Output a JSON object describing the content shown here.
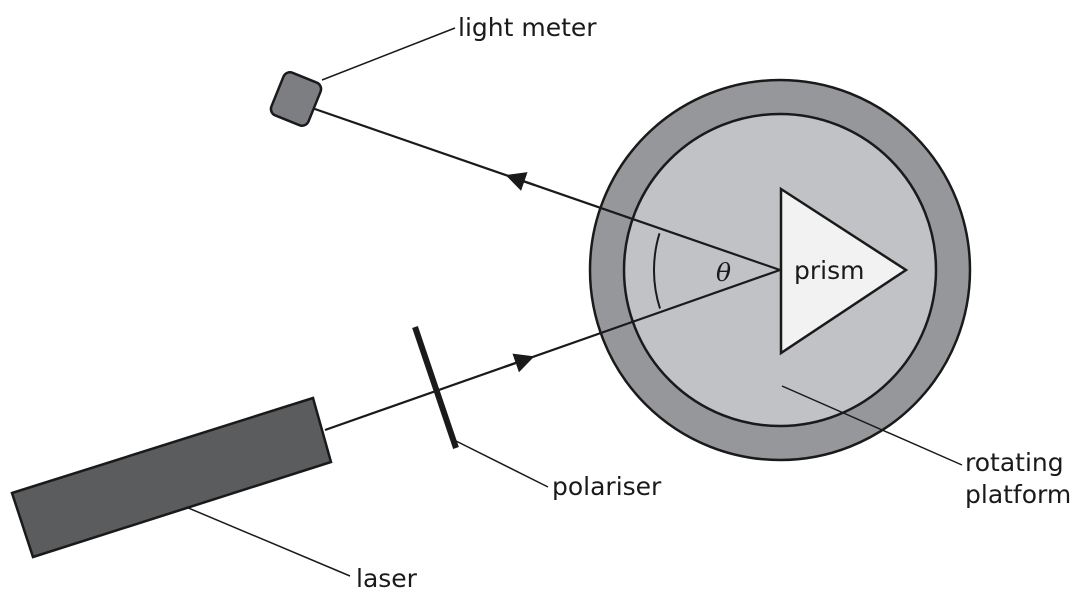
{
  "labels": {
    "light_meter": "light meter",
    "prism": "prism",
    "angle": "θ",
    "polariser": "polariser",
    "rotating_line1": "rotating",
    "rotating_line2": "platform",
    "laser": "laser"
  },
  "colors": {
    "outer_ring": "#96979a",
    "platform": "#c1c2c5",
    "prism": "#f2f2f3",
    "laser": "#5b5c5e",
    "meter": "#7d7e81",
    "stroke": "#1a1a1a"
  }
}
